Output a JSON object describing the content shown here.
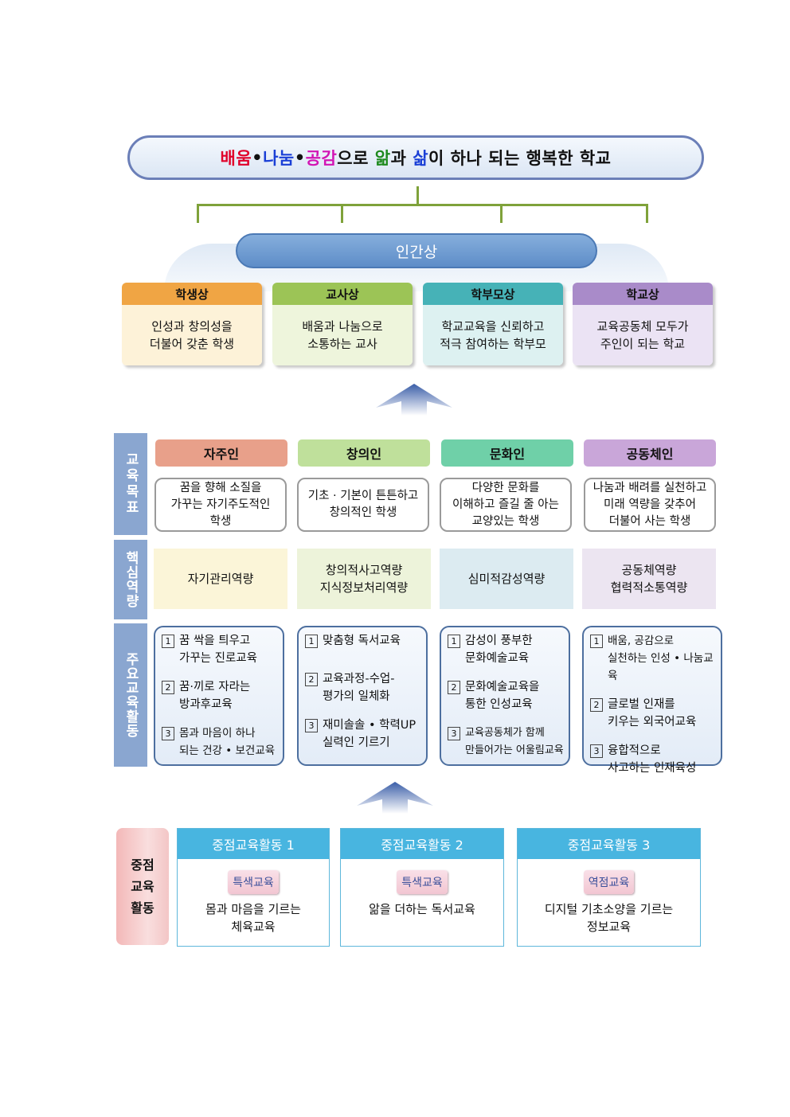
{
  "vision": {
    "segments": [
      {
        "text": "배움",
        "color": "#e0002a"
      },
      {
        "text": "•",
        "color": "#111111"
      },
      {
        "text": "나눔",
        "color": "#1a3fd6"
      },
      {
        "text": "•",
        "color": "#111111"
      },
      {
        "text": "공감",
        "color": "#d214b4"
      },
      {
        "text": "으로 ",
        "color": "#111111"
      },
      {
        "text": "앎",
        "color": "#1e8a1e"
      },
      {
        "text": "과 ",
        "color": "#111111"
      },
      {
        "text": "삶",
        "color": "#1a3fd6"
      },
      {
        "text": "이 하나 되는 행복한 학교",
        "color": "#111111"
      }
    ]
  },
  "human_ideal": {
    "title": "인간상",
    "cards": [
      {
        "title": "학생상",
        "text": "인성과 창의성을\n더불어 갖춘 학생",
        "header_color": "#f0a544",
        "body_color": "#fdf2d8"
      },
      {
        "title": "교사상",
        "text": "배움과 나눔으로\n소통하는 교사",
        "header_color": "#9cc456",
        "body_color": "#eef5dc"
      },
      {
        "title": "학부모상",
        "text": "학교교육을 신뢰하고\n적극 참여하는 학부모",
        "header_color": "#46b2b7",
        "body_color": "#ddf1f1"
      },
      {
        "title": "학교상",
        "text": "교육공동체 모두가\n주인이 되는 학교",
        "header_color": "#a98bc9",
        "body_color": "#ebe3f4"
      }
    ]
  },
  "side_labels": {
    "goals": "교육목표",
    "competency": "핵심역량",
    "activities": "주요교육활동"
  },
  "goals": [
    {
      "title": "자주인",
      "text": "꿈을 향해 소질을\n가꾸는 자기주도적인\n학생",
      "color": "#e8a08a"
    },
    {
      "title": "창의인",
      "text": "기초 · 기본이 튼튼하고\n창의적인 학생",
      "color": "#bfe09b"
    },
    {
      "title": "문화인",
      "text": "다양한 문화를\n이해하고 즐길 줄 아는\n교양있는 학생",
      "color": "#6fd0a8"
    },
    {
      "title": "공동체인",
      "text": "나눔과 배려를 실천하고\n미래 역량을 갖추어\n더불어 사는 학생",
      "color": "#c9a6d9"
    }
  ],
  "competencies": [
    {
      "text": "자기관리역량",
      "color": "#fbf5d8"
    },
    {
      "text": "창의적사고역량\n지식정보처리역량",
      "color": "#edf3da"
    },
    {
      "text": "심미적감성역량",
      "color": "#dcebf1"
    },
    {
      "text": "공동체역량\n협력적소통역량",
      "color": "#ece5f1"
    }
  ],
  "activities": [
    {
      "items": [
        {
          "n": "1",
          "text": "꿈 싹을 틔우고\n  가꾸는 진로교육"
        },
        {
          "n": "2",
          "text": "꿈·끼로 자라는\n방과후교육"
        },
        {
          "n": "3",
          "text": "몸과 마음이 하나\n되는 건강 • 보건교육"
        }
      ]
    },
    {
      "items": [
        {
          "n": "1",
          "text": "맞춤형 독서교육"
        },
        {
          "n": "2",
          "text": "교육과정-수업-\n평가의 일체화"
        },
        {
          "n": "3",
          "text": "재미솔솔 • 학력UP\n실력인 기르기"
        }
      ]
    },
    {
      "items": [
        {
          "n": "1",
          "text": "감성이 풍부한\n문화예술교육"
        },
        {
          "n": "2",
          "text": "문화예술교육을\n통한 인성교육"
        },
        {
          "n": "3",
          "text": "교육공동체가 함께\n만들어가는 어울림교육"
        }
      ]
    },
    {
      "items": [
        {
          "n": "1",
          "text": "배움, 공감으로\n실천하는 인성 • 나눔교육"
        },
        {
          "n": "2",
          "text": "글로벌 인재를\n키우는 외국어교육"
        },
        {
          "n": "3",
          "text": "융합적으로\n사고하는 인재육성"
        }
      ]
    }
  ],
  "focus": {
    "label": [
      "중점",
      "교육",
      "활동"
    ],
    "items": [
      {
        "title": "중점교육활동 1",
        "tag": "특색교육",
        "text": "몸과 마음을 기르는\n체육교육"
      },
      {
        "title": "중점교육활동 2",
        "tag": "특색교육",
        "text": "앎을 더하는 독서교육"
      },
      {
        "title": "중점교육활동 3",
        "tag": "역점교육",
        "text": "디지털 기초소양을 기르는\n정보교육"
      }
    ]
  }
}
